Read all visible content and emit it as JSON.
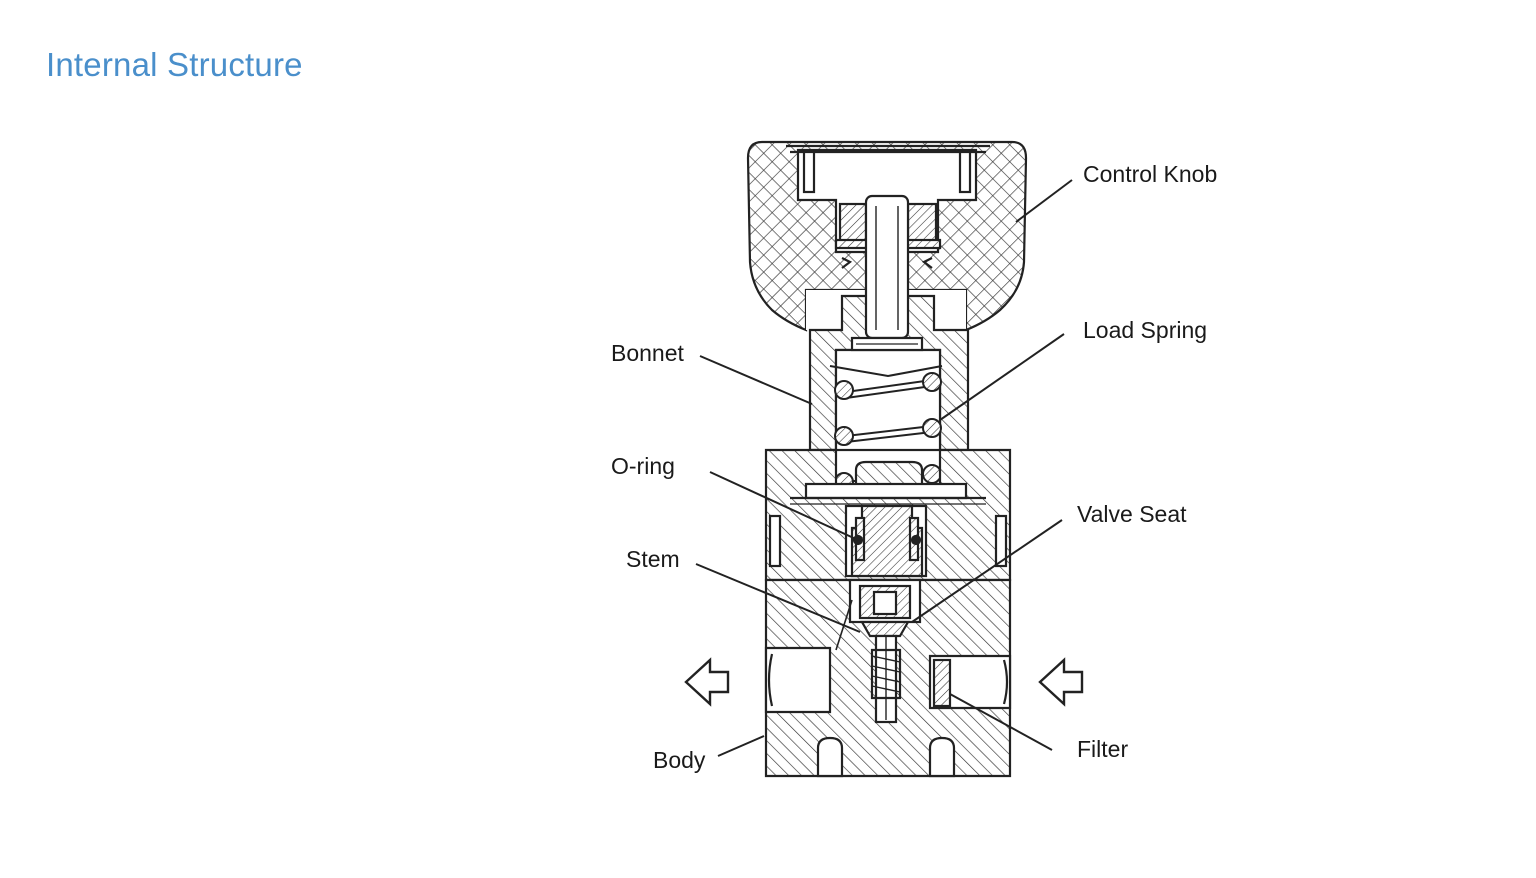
{
  "page": {
    "title": "Internal Structure"
  },
  "colors": {
    "title": "#4a8fcb",
    "line": "#222222",
    "text": "#1a1a1a",
    "background": "#ffffff"
  },
  "diagram": {
    "labels": {
      "control_knob": "Control Knob",
      "load_spring": "Load Spring",
      "bonnet": "Bonnet",
      "o_ring": "O-ring",
      "valve_seat": "Valve Seat",
      "stem": "Stem",
      "body": "Body",
      "filter": "Filter"
    },
    "icons": {
      "outlet": "left-arrow-icon",
      "inlet": "left-arrow-icon"
    }
  }
}
